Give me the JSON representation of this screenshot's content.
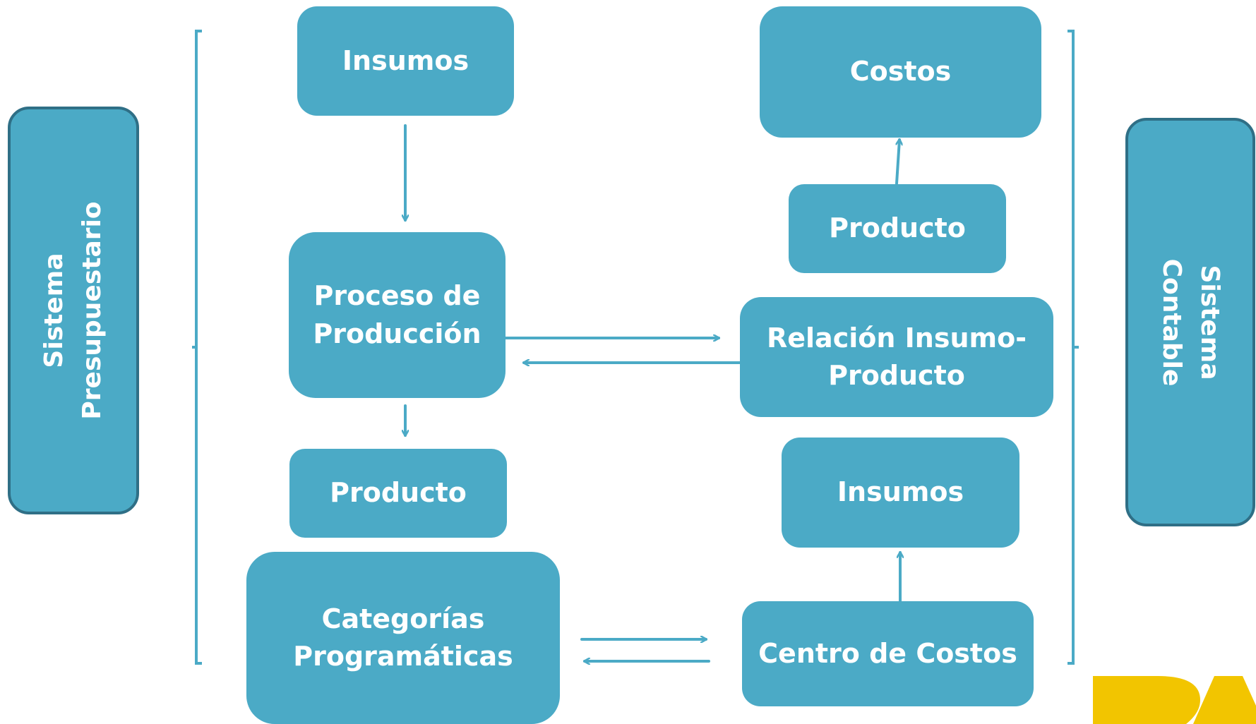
{
  "colors": {
    "box_fill": "#4BAAC6",
    "arrow": "#4BAAC6",
    "bracket": "#4BAAC6",
    "side_border": "#2f6f86",
    "logo": "#F2C500"
  },
  "left_system": {
    "line1": "Sistema",
    "line2": "Presupuestario"
  },
  "right_system": {
    "line1": "Sistema",
    "line2": "Contable"
  },
  "budget_flow": {
    "insumos": "Insumos",
    "proceso_line1": "Proceso de",
    "proceso_line2": "Producción",
    "producto": "Producto",
    "categorias_line1": "Categorías",
    "categorias_line2": "Programáticas"
  },
  "accounting_flow": {
    "costos": "Costos",
    "producto": "Producto",
    "relacion_line1": "Relación Insumo-",
    "relacion_line2": "Producto",
    "insumos": "Insumos",
    "centro_costos": "Centro de Costos"
  },
  "logo": {
    "text": "BA"
  }
}
